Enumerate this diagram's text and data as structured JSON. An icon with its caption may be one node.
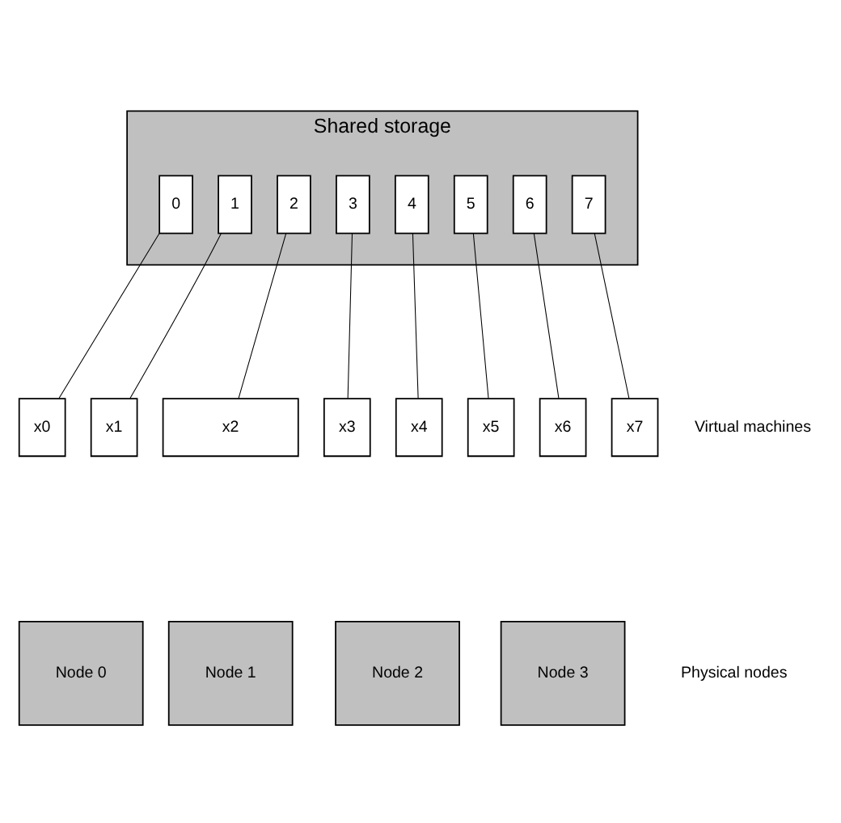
{
  "diagram": {
    "nodes": [
      {
        "text": [
          "Shared storage"
        ]
      },
      {
        "text": [
          "0"
        ],
        "in": 0
      },
      {
        "text": [
          "1"
        ],
        "in": 0
      },
      {
        "text": [
          "2"
        ],
        "in": 0
      },
      {
        "text": [
          "3"
        ],
        "in": 0
      },
      {
        "text": [
          "4"
        ],
        "in": 0
      },
      {
        "text": [
          "5"
        ],
        "in": 0
      },
      {
        "text": [
          "6"
        ],
        "in": 0
      },
      {
        "text": [
          "7"
        ],
        "in": 0
      },
      {
        "text": [
          "x0"
        ]
      },
      {
        "text": [
          "x1"
        ]
      },
      {
        "text": [
          "x2"
        ]
      },
      {
        "text": [
          "x3"
        ]
      },
      {
        "text": [
          "x4"
        ]
      },
      {
        "text": [
          "x5"
        ]
      },
      {
        "text": [
          "x6"
        ]
      },
      {
        "text": [
          "x7"
        ]
      },
      {
        "text": [
          "Node 0"
        ]
      },
      {
        "text": [
          "Node 1"
        ]
      },
      {
        "text": [
          "Node 2"
        ]
      },
      {
        "text": [
          "Node 3"
        ]
      }
    ],
    "edges": [
      {
        "from": 1,
        "to": 9,
        "arrow": "none"
      },
      {
        "from": 2,
        "to": 10,
        "arrow": "none"
      },
      {
        "from": 3,
        "to": 11,
        "arrow": "none"
      },
      {
        "from": 4,
        "to": 12,
        "arrow": "none"
      },
      {
        "from": 5,
        "to": 13,
        "arrow": "none"
      },
      {
        "from": 6,
        "to": 14,
        "arrow": "none"
      },
      {
        "from": 7,
        "to": 15,
        "arrow": "none"
      },
      {
        "from": 8,
        "to": 16,
        "arrow": "none"
      }
    ],
    "labels": [
      "Virtual machines",
      "Physical nodes"
    ]
  }
}
